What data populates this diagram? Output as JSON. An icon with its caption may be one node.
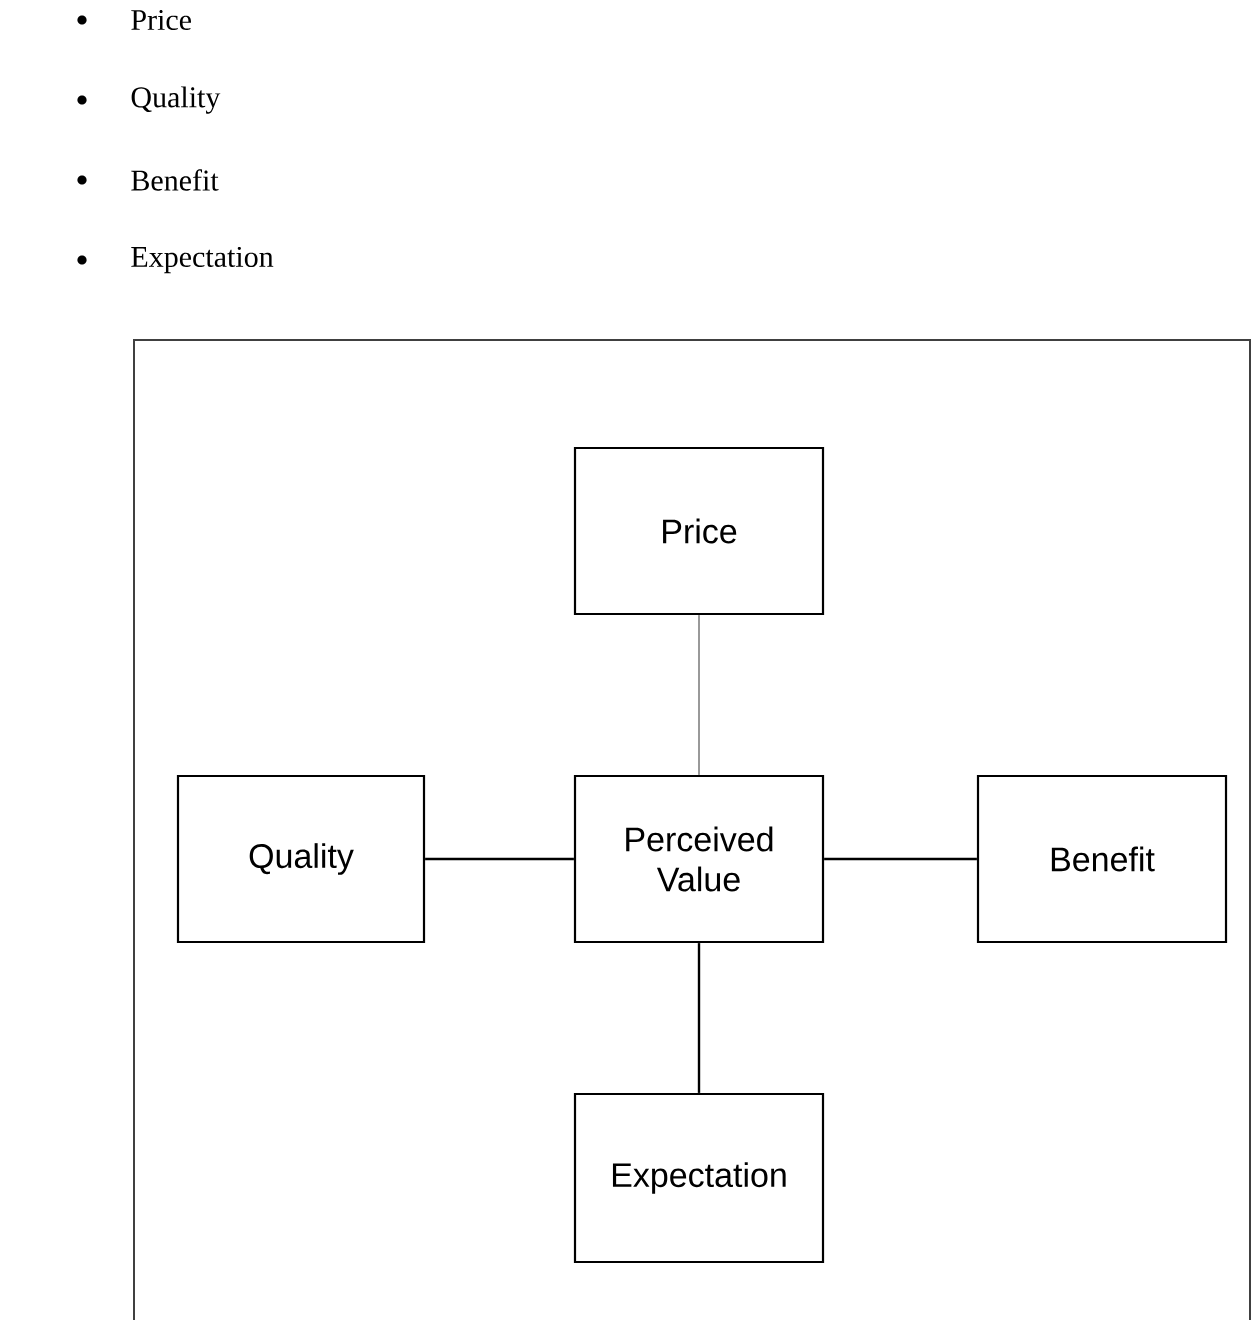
{
  "diagram": {
    "nodes": [
      {
        "text": [
          "Price"
        ]
      },
      {
        "text": [
          "Quality"
        ]
      },
      {
        "text": [
          "Perceived Value"
        ]
      },
      {
        "text": [
          "Benefit"
        ]
      },
      {
        "text": [
          "Expectation"
        ]
      }
    ],
    "edges": [
      {
        "from": 0,
        "to": 2,
        "arrow": "none",
        "color": "#999999"
      },
      {
        "from": 1,
        "to": 2,
        "arrow": "none"
      },
      {
        "from": 2,
        "to": 3,
        "arrow": "none"
      },
      {
        "from": 2,
        "to": 4,
        "arrow": "none"
      }
    ],
    "labels": [
      "Price",
      "Quality",
      "Benefit",
      "Expectation"
    ]
  }
}
